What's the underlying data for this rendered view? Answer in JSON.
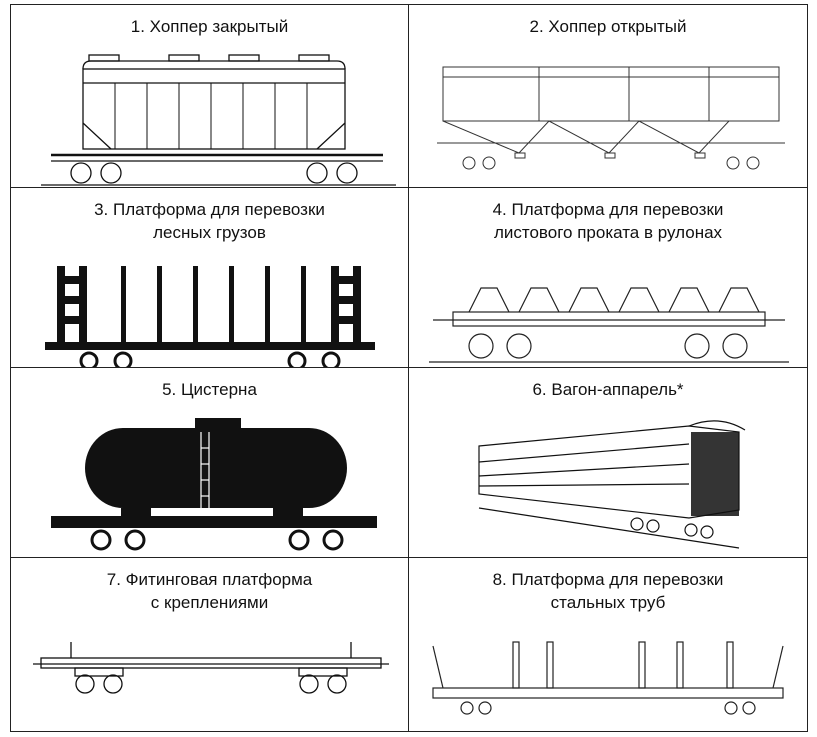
{
  "cells": [
    {
      "caption": "1. Хоппер закрытый"
    },
    {
      "caption": "2. Хоппер открытый"
    },
    {
      "caption": "3. Платформа для перевозки\nлесных грузов"
    },
    {
      "caption": "4. Платформа для перевозки\nлистового проката в рулонах"
    },
    {
      "caption": "5. Цистерна"
    },
    {
      "caption": "6. Вагон-аппарель*"
    },
    {
      "caption": "7. Фитинговая платформа\nс креплениями"
    },
    {
      "caption": "8. Платформа для перевозки\nстальных труб"
    }
  ],
  "colors": {
    "ink": "#111111",
    "grid": "#222222",
    "background": "#ffffff"
  }
}
